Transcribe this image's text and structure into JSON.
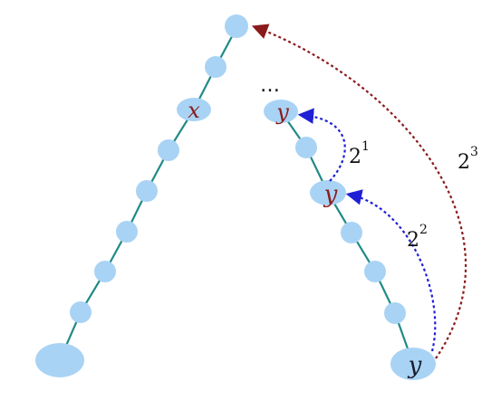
{
  "colors": {
    "node_fill": "#a9d3f5",
    "edge": "#1f8a87",
    "label_red": "#8b1a1a",
    "label_dark": "#1a1a2e",
    "arrow_blue": "#1f1fd6",
    "arrow_red": "#8b1a1a"
  },
  "labels": {
    "x": "x",
    "y_top": "y",
    "y_mid": "y",
    "y_bottom": "y",
    "ellipsis": "…"
  },
  "jumps": {
    "j1_base": "2",
    "j1_exp": "1",
    "j2_base": "2",
    "j2_exp": "2",
    "j3_base": "2",
    "j3_exp": "3"
  }
}
